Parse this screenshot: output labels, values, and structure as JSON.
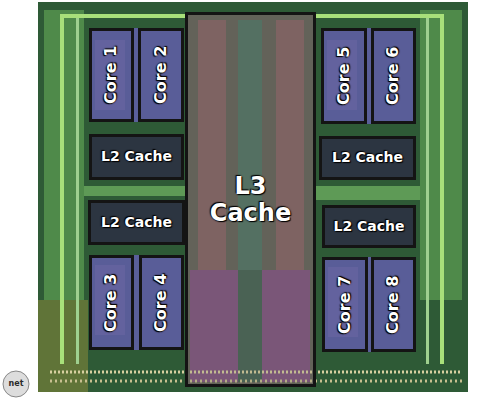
{
  "diagram": {
    "nodes": [
      {
        "text": [
          "Core 1"
        ]
      },
      {
        "text": [
          "Core 2"
        ]
      },
      {
        "text": [
          "L3 Cache"
        ]
      },
      {
        "text": [
          "Core 5"
        ]
      },
      {
        "text": [
          "Core 6"
        ]
      },
      {
        "text": [
          "L2 Cache"
        ]
      },
      {
        "text": [
          "L2 Cache"
        ]
      },
      {
        "text": [
          "L2 Cache"
        ]
      },
      {
        "text": [
          "L2 Cache"
        ]
      },
      {
        "text": [
          "Core 3"
        ]
      },
      {
        "text": [
          "Core 4"
        ]
      },
      {
        "text": [
          "Core 7"
        ]
      },
      {
        "text": [
          "Core 8"
        ]
      }
    ],
    "labels": [
      "net"
    ]
  }
}
